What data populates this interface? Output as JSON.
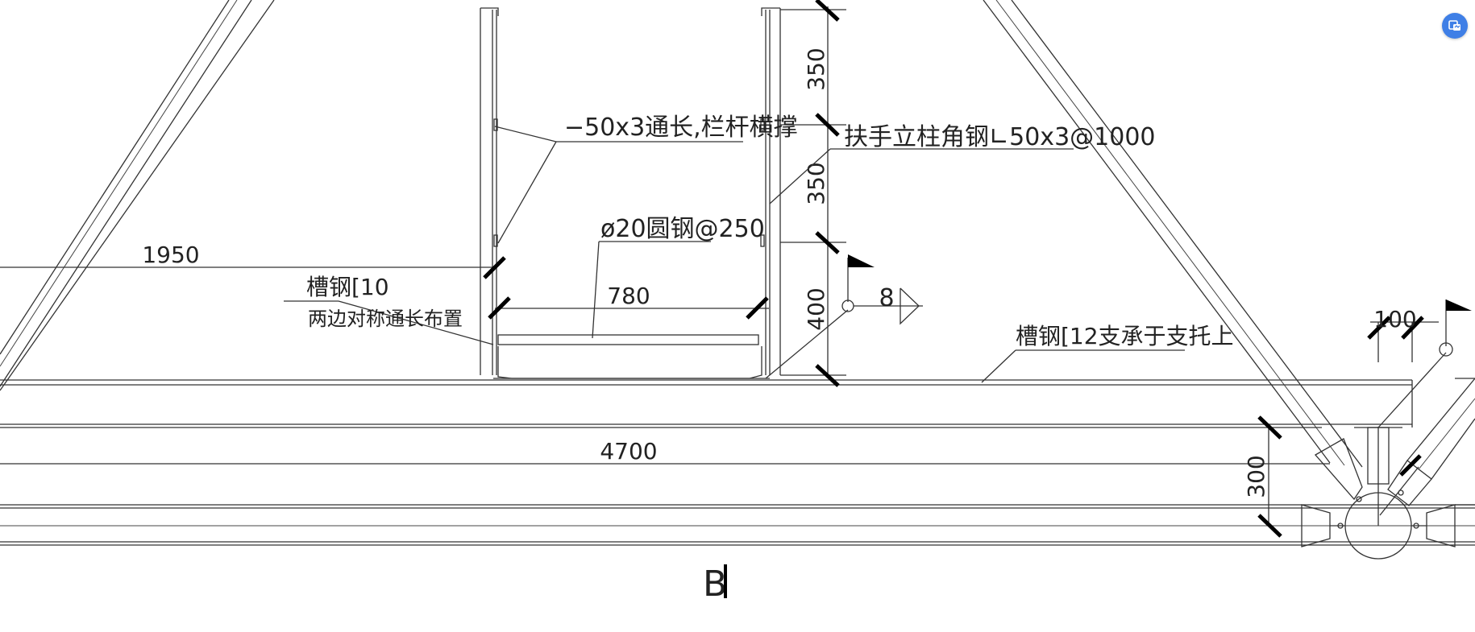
{
  "dimensions": {
    "d1950": "1950",
    "d350_top": "350",
    "d350_mid": "350",
    "d400": "400",
    "d780": "780",
    "d4700": "4700",
    "d300": "300",
    "d100": "100"
  },
  "labels": {
    "flat_bar": "−50x3通长,栏杆横撑",
    "handrail_post": "扶手立柱角钢∟50x3@1000",
    "round_bar": "ø20圆钢@250",
    "channel10_title": "槽钢[10",
    "channel10_note": "两边对称通长布置",
    "channel12": "槽钢[12支承于支托上",
    "section_mark": "8",
    "section_title": "B"
  },
  "colors": {
    "line": "#333333",
    "tick": "#000000",
    "tool_button": "#3f7fe6"
  },
  "icons": {
    "tool_button": "screenshot-tool-icon"
  }
}
